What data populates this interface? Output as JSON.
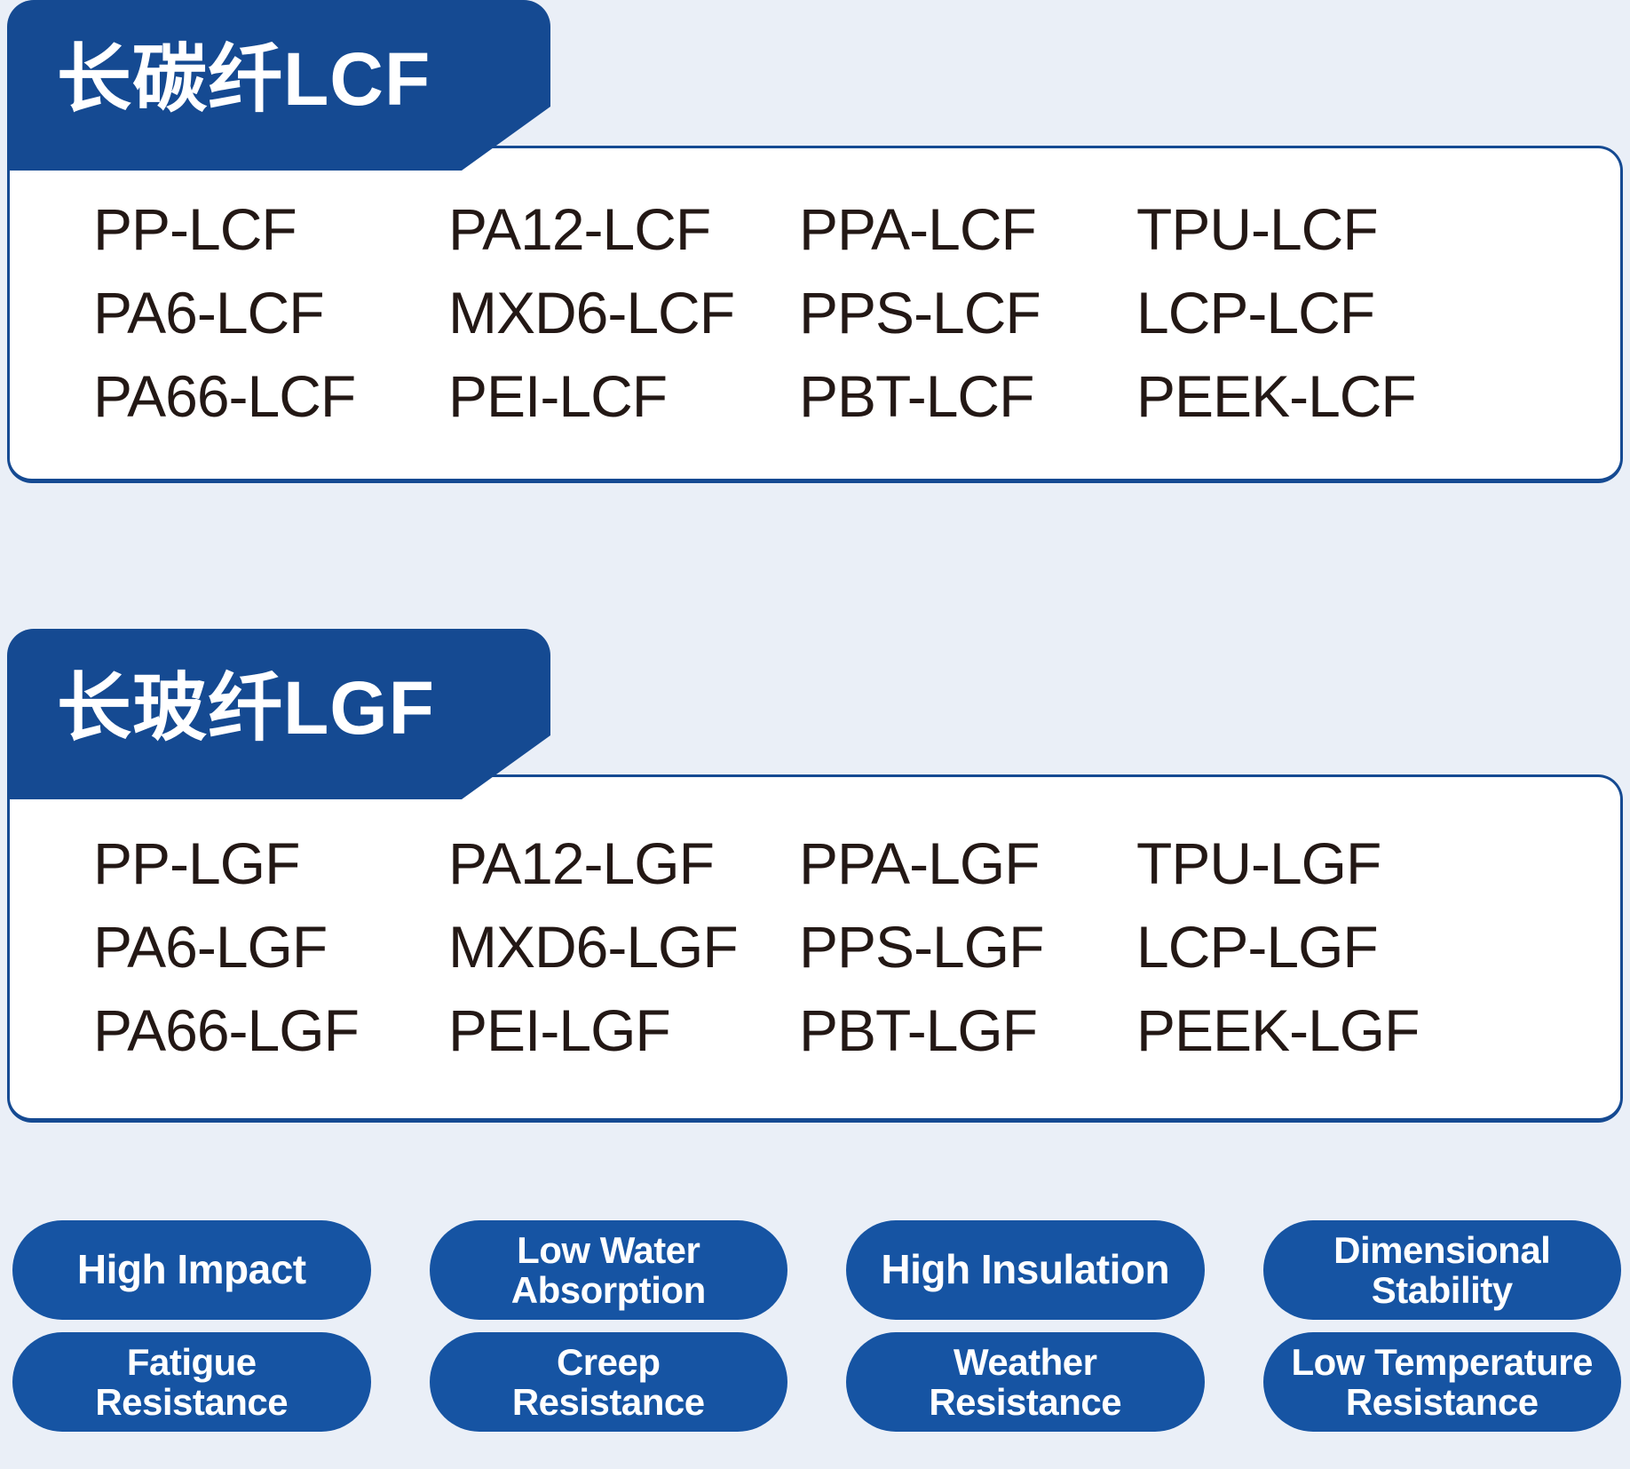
{
  "page": {
    "background_color": "#eaeff7",
    "accent_color": "#154A92",
    "badge_color": "#1654A3",
    "text_color": "#231815"
  },
  "sections": [
    {
      "id": "lcf",
      "tab_title": "长碳纤LCF",
      "columns": [
        [
          "PP-LCF",
          "PA6-LCF",
          "PA66-LCF"
        ],
        [
          "PA12-LCF",
          "MXD6-LCF",
          "PEI-LCF"
        ],
        [
          "PPA-LCF",
          "PPS-LCF",
          "PBT-LCF"
        ],
        [
          "TPU-LCF",
          "LCP-LCF",
          "PEEK-LCF"
        ]
      ]
    },
    {
      "id": "lgf",
      "tab_title": "长玻纤LGF",
      "columns": [
        [
          "PP-LGF",
          "PA6-LGF",
          "PA66-LGF"
        ],
        [
          "PA12-LGF",
          "MXD6-LGF",
          "PEI-LGF"
        ],
        [
          "PPA-LGF",
          "PPS-LGF",
          "PBT-LGF"
        ],
        [
          "TPU-LGF",
          "LCP-LGF",
          "PEEK-LGF"
        ]
      ]
    }
  ],
  "badges": [
    {
      "label": "High Impact",
      "lines": 1
    },
    {
      "label": "Low Water\nAbsorption",
      "lines": 2
    },
    {
      "label": "High Insulation",
      "lines": 1
    },
    {
      "label": "Dimensional\nStability",
      "lines": 2
    },
    {
      "label": "Fatigue\nResistance",
      "lines": 2
    },
    {
      "label": "Creep\nResistance",
      "lines": 2
    },
    {
      "label": "Weather\nResistance",
      "lines": 2
    },
    {
      "label": "Low Temperature\nResistance",
      "lines": 2
    }
  ]
}
